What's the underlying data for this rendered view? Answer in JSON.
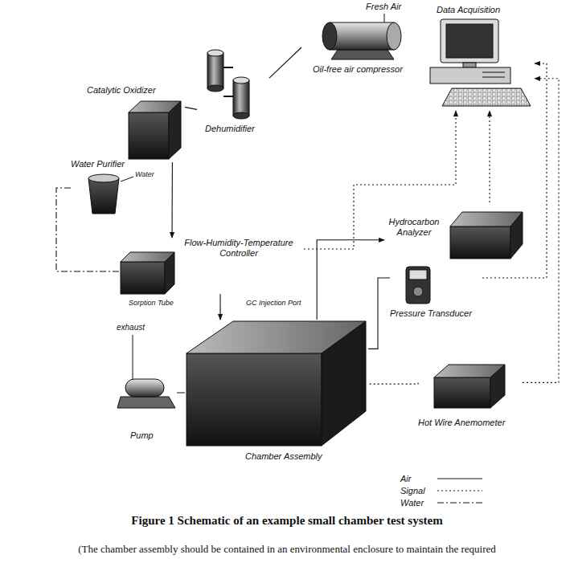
{
  "diagram": {
    "caption": "Figure 1 Schematic of an example small chamber test system",
    "nodes": [
      {
        "text": [
          "Oil-free air compressor"
        ]
      },
      {
        "text": [
          "Dehumidifier"
        ]
      },
      {
        "text": [
          "Catalytic Oxidizer"
        ]
      },
      {
        "text": [
          "Water Purifier"
        ]
      },
      {
        "text": [
          "Flow-Humidity-Temperature Controller"
        ]
      },
      {
        "text": [
          "Hydrocarbon Analyzer"
        ]
      },
      {
        "text": [
          "Pressure Transducer"
        ]
      },
      {
        "text": [
          "Data Acquisition"
        ]
      },
      {
        "text": [
          "Chamber Assembly"
        ]
      },
      {
        "text": [
          "Pump"
        ]
      },
      {
        "text": [
          "Hot Wire Anemometer"
        ]
      }
    ],
    "edges": [
      {
        "from": 0,
        "to": 1,
        "arrow": "none"
      },
      {
        "from": 1,
        "to": 2,
        "arrow": "none"
      },
      {
        "from": 2,
        "to": 4,
        "arrow": "to"
      },
      {
        "from": 3,
        "to": 4,
        "arrow": "none"
      },
      {
        "from": 4,
        "to": 8,
        "arrow": "to"
      },
      {
        "from": 8,
        "to": 5,
        "arrow": "to"
      },
      {
        "from": 8,
        "to": 9,
        "arrow": "none"
      },
      {
        "from": 6,
        "to": 8,
        "arrow": "none"
      },
      {
        "from": 4,
        "to": 7,
        "arrow": "to"
      },
      {
        "from": 5,
        "to": 7,
        "arrow": "to"
      },
      {
        "from": 6,
        "to": 7,
        "arrow": "to"
      },
      {
        "from": 10,
        "to": 7,
        "arrow": "to"
      },
      {
        "from": 10,
        "to": 8,
        "arrow": "none"
      }
    ],
    "labels": [
      "Fresh Air",
      "Water",
      "GC Injection Port",
      "Sorption Tube",
      "exhaust",
      "(The chamber assembly should be contained in an environmental enclosure to maintain the required"
    ],
    "legend": [
      {
        "text": "Air"
      },
      {
        "text": "Signal"
      },
      {
        "text": "Water"
      }
    ]
  }
}
